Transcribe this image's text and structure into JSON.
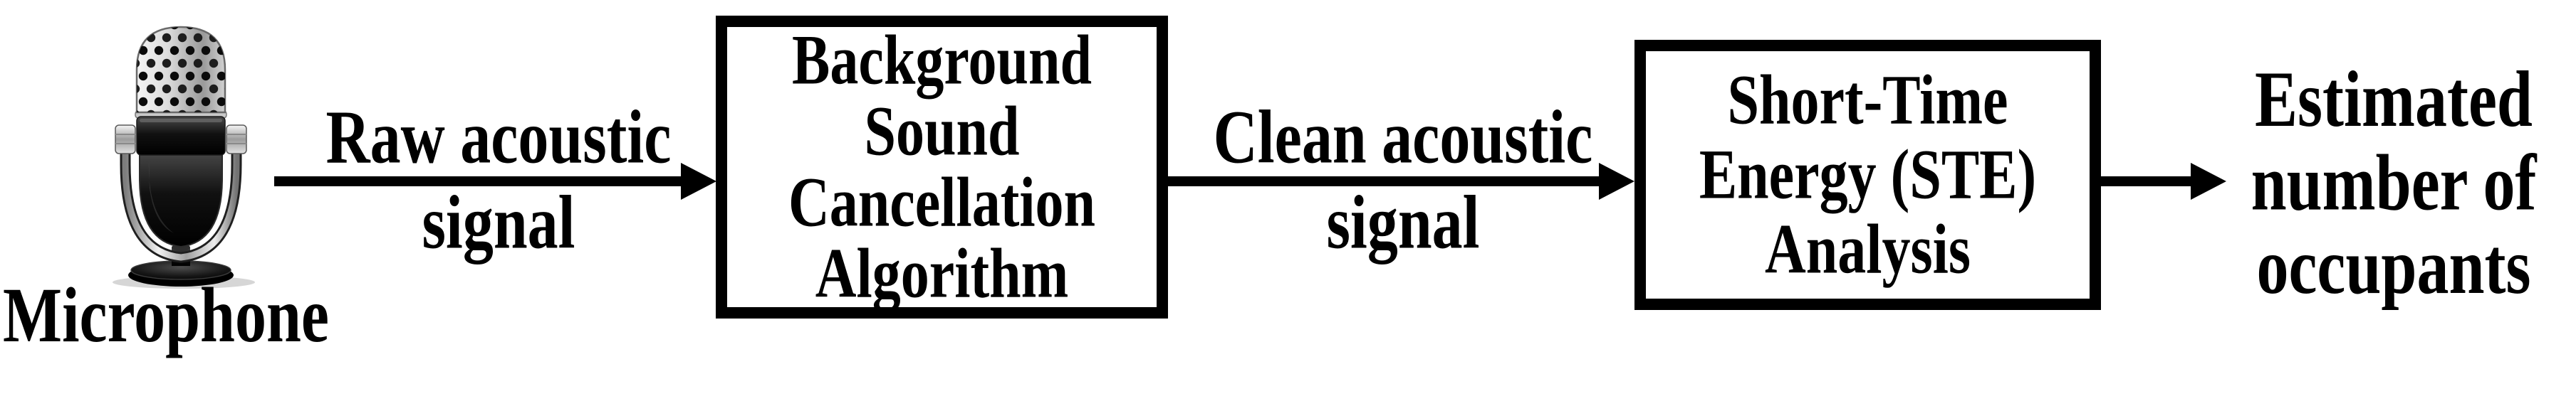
{
  "diagram": {
    "colors": {
      "ink": "#000000",
      "background": "#ffffff"
    },
    "microphone": {
      "icon": "microphone-icon",
      "label": "Microphone"
    },
    "arrow1": {
      "label_top": "Raw acoustic",
      "label_bottom": "signal"
    },
    "box1": {
      "lines": [
        "Background",
        "Sound",
        "Cancellation",
        "Algorithm"
      ]
    },
    "arrow2": {
      "label_top": "Clean acoustic",
      "label_bottom": "signal"
    },
    "box2": {
      "lines": [
        "Short-Time",
        "Energy (STE)",
        "Analysis"
      ]
    },
    "output": {
      "lines": [
        "Estimated",
        "number of",
        "occupants"
      ]
    }
  }
}
